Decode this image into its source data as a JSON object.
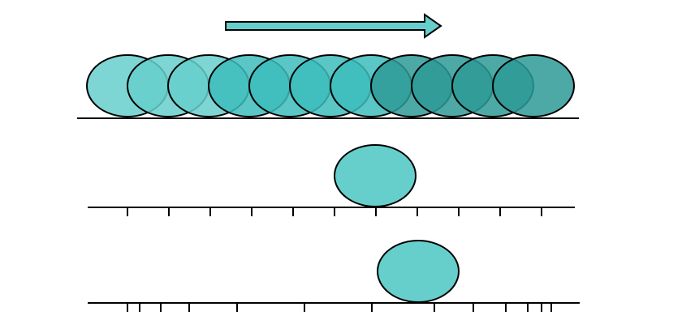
{
  "colors": {
    "background": "#ffffff",
    "stroke": "#000000",
    "circle_light": "#66cfcb",
    "circle_mid": "#3dbcbc",
    "circle_dark": "#2e9a96",
    "arrow_fill": "#66cfcb"
  },
  "top_panel": {
    "arrow_direction": "right",
    "circle_count": 11,
    "circle_shades": [
      "light",
      "light",
      "light",
      "mid",
      "mid",
      "mid",
      "mid",
      "dark",
      "dark",
      "dark",
      "dark"
    ]
  },
  "middle_panel": {
    "tick_count": 11,
    "tick_spacing": "uniform",
    "ball_between_ticks": [
      6,
      7
    ]
  },
  "bottom_panel": {
    "tick_count": 13,
    "tick_spacing": "dense-at-ends",
    "ball_between_ticks": [
      7,
      8
    ]
  }
}
